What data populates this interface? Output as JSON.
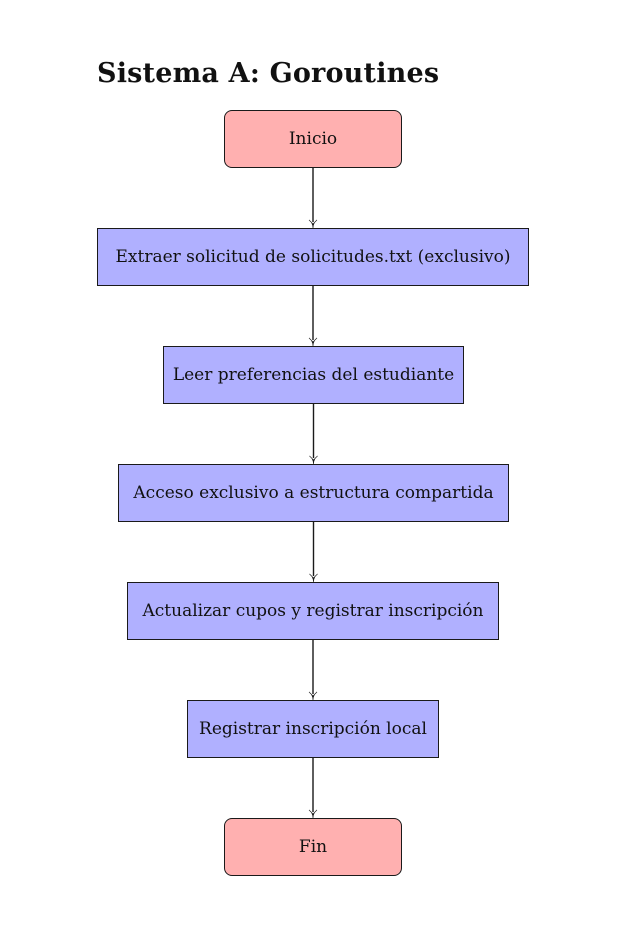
{
  "diagram": {
    "title": "Sistema A: Goroutines",
    "colors": {
      "terminal": "#ffb0b0",
      "process": "#b0b0ff",
      "stroke": "#1a1a1a"
    },
    "nodes": [
      {
        "id": "start",
        "kind": "terminal",
        "label": "Inicio"
      },
      {
        "id": "step1",
        "kind": "process",
        "label": "Extraer solicitud de solicitudes.txt (exclusivo)"
      },
      {
        "id": "step2",
        "kind": "process",
        "label": "Leer preferencias del estudiante"
      },
      {
        "id": "step3",
        "kind": "process",
        "label": "Acceso exclusivo a estructura compartida"
      },
      {
        "id": "step4",
        "kind": "process",
        "label": "Actualizar cupos y registrar inscripción"
      },
      {
        "id": "step5",
        "kind": "process",
        "label": "Registrar inscripción local"
      },
      {
        "id": "end",
        "kind": "terminal",
        "label": "Fin"
      }
    ],
    "edges": [
      {
        "from": "start",
        "to": "step1"
      },
      {
        "from": "step1",
        "to": "step2"
      },
      {
        "from": "step2",
        "to": "step3"
      },
      {
        "from": "step3",
        "to": "step4"
      },
      {
        "from": "step4",
        "to": "step5"
      },
      {
        "from": "step5",
        "to": "end"
      }
    ]
  }
}
